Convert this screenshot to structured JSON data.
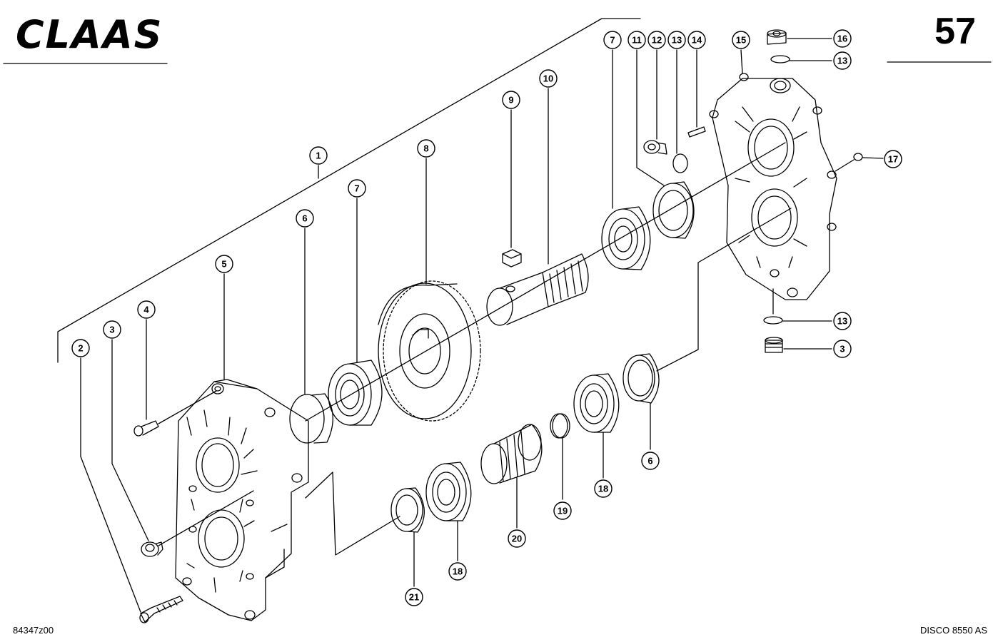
{
  "header": {
    "brand": "CLAAS",
    "page_number": "57"
  },
  "footer": {
    "drawing_code": "84347z00",
    "model": "DISCO 8550 AS"
  },
  "callouts": [
    {
      "id": "c1",
      "label": "1"
    },
    {
      "id": "c2",
      "label": "2"
    },
    {
      "id": "c3a",
      "label": "3"
    },
    {
      "id": "c3b",
      "label": "3"
    },
    {
      "id": "c4",
      "label": "4"
    },
    {
      "id": "c5",
      "label": "5"
    },
    {
      "id": "c6a",
      "label": "6"
    },
    {
      "id": "c6b",
      "label": "6"
    },
    {
      "id": "c7a",
      "label": "7"
    },
    {
      "id": "c7b",
      "label": "7"
    },
    {
      "id": "c8",
      "label": "8"
    },
    {
      "id": "c9",
      "label": "9"
    },
    {
      "id": "c10",
      "label": "10"
    },
    {
      "id": "c11",
      "label": "11"
    },
    {
      "id": "c12",
      "label": "12"
    },
    {
      "id": "c13a",
      "label": "13"
    },
    {
      "id": "c13b",
      "label": "13"
    },
    {
      "id": "c13c",
      "label": "13"
    },
    {
      "id": "c14",
      "label": "14"
    },
    {
      "id": "c15",
      "label": "15"
    },
    {
      "id": "c16",
      "label": "16"
    },
    {
      "id": "c17",
      "label": "17"
    },
    {
      "id": "c18a",
      "label": "18"
    },
    {
      "id": "c18b",
      "label": "18"
    },
    {
      "id": "c19",
      "label": "19"
    },
    {
      "id": "c20",
      "label": "20"
    },
    {
      "id": "c21",
      "label": "21"
    }
  ]
}
